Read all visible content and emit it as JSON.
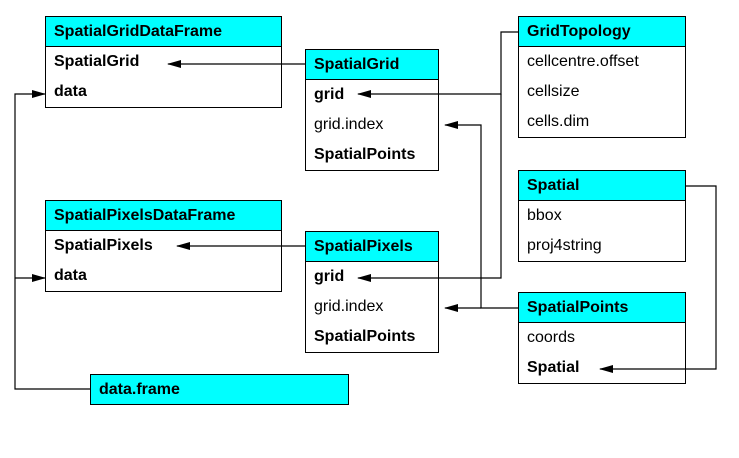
{
  "diagram": {
    "classes": [
      {
        "id": "sgdf",
        "title": "SpatialGridDataFrame",
        "slots": [
          {
            "label": "SpatialGrid",
            "bold": true
          },
          {
            "label": "data",
            "bold": true
          }
        ]
      },
      {
        "id": "sg",
        "title": "SpatialGrid",
        "slots": [
          {
            "label": "grid",
            "bold": true
          },
          {
            "label": "grid.index",
            "bold": false
          },
          {
            "label": "SpatialPoints",
            "bold": true
          }
        ]
      },
      {
        "id": "gt",
        "title": "GridTopology",
        "slots": [
          {
            "label": "cellcentre.offset",
            "bold": false
          },
          {
            "label": "cellsize",
            "bold": false
          },
          {
            "label": "cells.dim",
            "bold": false
          }
        ]
      },
      {
        "id": "sp",
        "title": "Spatial",
        "slots": [
          {
            "label": "bbox",
            "bold": false
          },
          {
            "label": "proj4string",
            "bold": false
          }
        ]
      },
      {
        "id": "spdf",
        "title": "SpatialPixelsDataFrame",
        "slots": [
          {
            "label": "SpatialPixels",
            "bold": true
          },
          {
            "label": "data",
            "bold": true
          }
        ]
      },
      {
        "id": "spx",
        "title": "SpatialPixels",
        "slots": [
          {
            "label": "grid",
            "bold": true
          },
          {
            "label": "grid.index",
            "bold": false
          },
          {
            "label": "SpatialPoints",
            "bold": true
          }
        ]
      },
      {
        "id": "spts",
        "title": "SpatialPoints",
        "slots": [
          {
            "label": "coords",
            "bold": false
          },
          {
            "label": "Spatial",
            "bold": true
          }
        ]
      },
      {
        "id": "df",
        "title": "data.frame",
        "slots": []
      }
    ],
    "connections": [
      {
        "from": "sg",
        "to": "sgdf.SpatialGrid"
      },
      {
        "from": "gt",
        "to": "sg.grid"
      },
      {
        "from": "gt",
        "to": "spx.grid"
      },
      {
        "from": "spts",
        "to": "sg.grid.index"
      },
      {
        "from": "spts",
        "to": "spx.grid.index"
      },
      {
        "from": "sp",
        "to": "spts.Spatial"
      },
      {
        "from": "spx",
        "to": "spdf.SpatialPixels"
      },
      {
        "from": "df",
        "to": "sgdf.data"
      },
      {
        "from": "df",
        "to": "spdf.data"
      }
    ],
    "colors": {
      "header_fill": "#00ffff",
      "line": "#000000"
    }
  }
}
